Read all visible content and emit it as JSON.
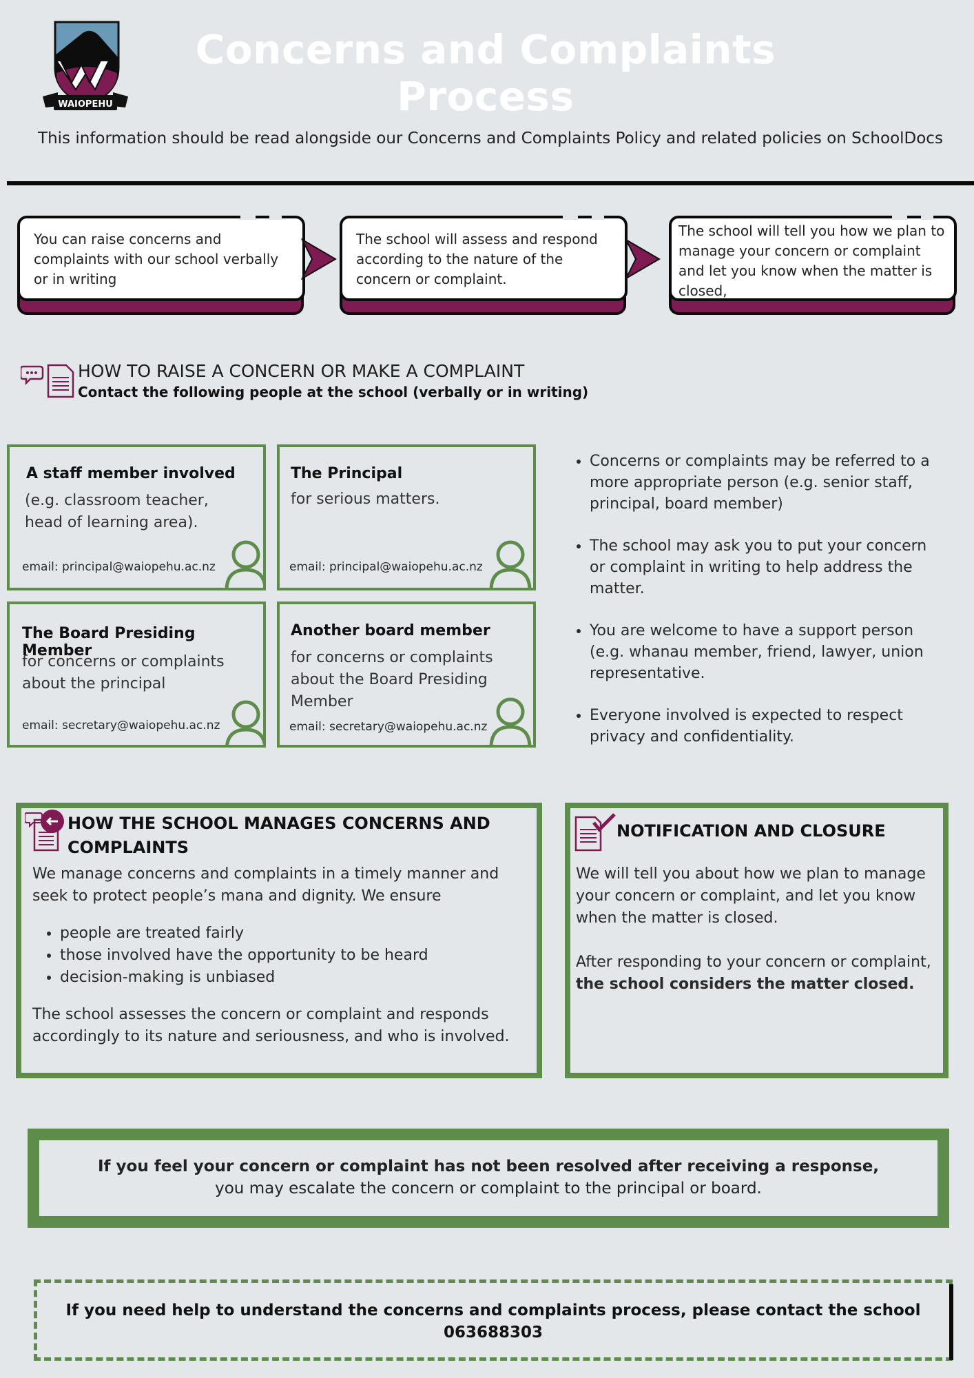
{
  "header": {
    "logo_text": "WAIOPEHU",
    "title": "Concerns and Complaints Process",
    "subtitle": "This information should be read alongside our Concerns and Complaints Policy and related policies on SchoolDocs"
  },
  "steps": [
    {
      "text": "You can raise concerns and complaints with our school verbally or in writing"
    },
    {
      "text": "The school will assess and respond according to the nature of the concern or complaint."
    },
    {
      "text": "The school will tell you how we plan to manage your concern or complaint and let you know when the matter is closed,"
    }
  ],
  "how_to_raise": {
    "icon": "chat-document-icon",
    "title": "HOW TO RAISE A CONCERN OR MAKE A COMPLAINT",
    "subtitle": "Contact the following people at the school (verbally or in writing)"
  },
  "contacts": [
    {
      "title": "A staff member involved",
      "desc": "(e.g. classroom teacher, head of learning area).",
      "email": "email: principal@waiopehu.ac.nz"
    },
    {
      "title": "The Principal",
      "desc": "for serious matters.",
      "email": "email: principal@waiopehu.ac.nz"
    },
    {
      "title": "The Board Presiding Member",
      "desc": "for concerns or complaints about the principal",
      "email": "email: secretary@waiopehu.ac.nz"
    },
    {
      "title": "Another board member",
      "desc": "for concerns or complaints about the Board Presiding Member",
      "email": "email: secretary@waiopehu.ac.nz"
    }
  ],
  "notes": [
    "Concerns or complaints may be referred to a more appropriate person (e.g. senior staff, principal, board member)",
    "The school may ask you to put your concern or complaint in writing to help address the matter.",
    "You are welcome to have a support person (e.g. whanau member, friend, lawyer, union representative.",
    "Everyone involved is expected to respect privacy and confidentiality."
  ],
  "manage": {
    "title": "HOW THE SCHOOL MANAGES CONCERNS AND COMPLAINTS",
    "intro": "We manage concerns and complaints in a timely manner and seek to protect people’s mana and dignity.  We ensure",
    "bullets": [
      "people are treated fairly",
      "those involved have the opportunity to be heard",
      "decision-making is unbiased"
    ],
    "outro": "The school assesses the concern or complaint and responds accordingly to its nature and seriousness, and who is involved."
  },
  "notify": {
    "title": "NOTIFICATION AND CLOSURE",
    "para1": "We will tell you about how we plan to manage your concern or complaint, and let you know when the matter is closed.",
    "para2": "After responding to your concern or complaint,",
    "para2_bold": "the school considers the matter closed."
  },
  "escalate": {
    "bold": "If you feel your concern or complaint has not been resolved after receiving a response,",
    "normal": "you may escalate the concern or complaint to the principal or board."
  },
  "help": {
    "line1": "If you need help to understand the concerns and complaints process, please contact the school",
    "phone": "063688303"
  },
  "colors": {
    "background": "#e3e7ea",
    "green": "#5e8c4a",
    "maroon": "#7d1b52",
    "logo_blue": "#6b99b8"
  }
}
